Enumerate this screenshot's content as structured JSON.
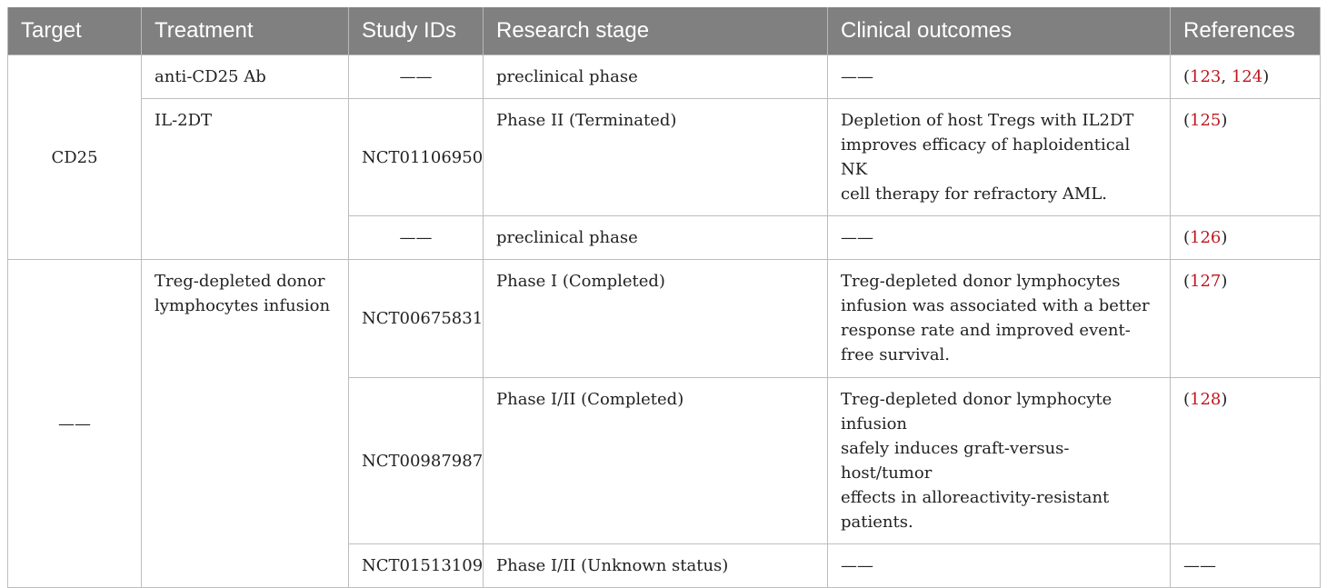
{
  "table": {
    "headers": [
      "Target",
      "Treatment",
      "Study IDs",
      "Research stage",
      "Clinical outcomes",
      "References"
    ],
    "dash": "——",
    "target_cd25": "CD25",
    "target_other": "——",
    "rows": [
      {
        "treatment": "anti-CD25 Ab",
        "study_id": "——",
        "stage": "preclinical phase",
        "outcome": "——",
        "ref_open": "(",
        "ref_a": "123",
        "ref_sep": ", ",
        "ref_b": "124",
        "ref_close": ")"
      },
      {
        "treatment": "IL-2DT",
        "study_id": "NCT01106950",
        "stage": "Phase II (Terminated)",
        "outcome_lines": [
          "Depletion of host Tregs with IL2DT",
          "improves efficacy of haploidentical NK",
          "cell therapy for refractory AML."
        ],
        "ref_open": "(",
        "ref_a": "125",
        "ref_close": ")"
      },
      {
        "study_id": "——",
        "stage": "preclinical phase",
        "outcome": "——",
        "ref_open": "(",
        "ref_a": "126",
        "ref_close": ")"
      },
      {
        "treatment_lines": [
          "Treg-depleted donor",
          "lymphocytes infusion"
        ],
        "study_id": "NCT00675831",
        "stage": "Phase I (Completed)",
        "outcome_lines": [
          "Treg-depleted donor lymphocytes",
          "infusion was associated with a better",
          "response rate and improved event-",
          "free survival."
        ],
        "ref_open": "(",
        "ref_a": "127",
        "ref_close": ")"
      },
      {
        "study_id": "NCT00987987",
        "stage": "Phase I/II (Completed)",
        "outcome_lines": [
          "Treg-depleted donor lymphocyte infusion",
          "safely induces graft-versus-host/tumor",
          "effects in alloreactivity-resistant patients."
        ],
        "ref_open": "(",
        "ref_a": "128",
        "ref_close": ")"
      },
      {
        "study_id": "NCT01513109",
        "stage": "Phase I/II (Unknown status)",
        "outcome": "——",
        "ref": "——"
      }
    ]
  },
  "colors": {
    "header_bg": "#808080",
    "header_text": "#ffffff",
    "reference_link": "#c0161f",
    "border": "#bdbdbd"
  }
}
